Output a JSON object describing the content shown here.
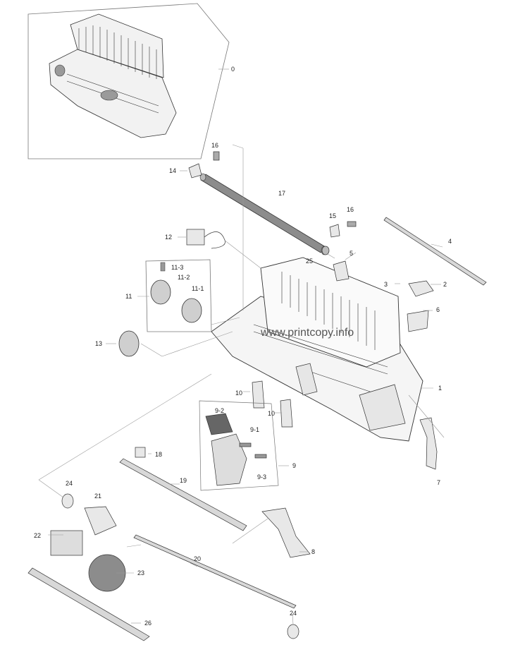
{
  "watermark": "www.printcopy.info",
  "labels": {
    "p0": "0",
    "p1": "1",
    "p2": "2",
    "p3": "3",
    "p4": "4",
    "p5": "5",
    "p6": "6",
    "p7": "7",
    "p8": "8",
    "p9": "9",
    "p9_1": "9-1",
    "p9_2": "9-2",
    "p9_3": "9-3",
    "p10a": "10",
    "p10b": "10",
    "p11": "11",
    "p11_1": "11-1",
    "p11_2": "11-2",
    "p11_3": "11-3",
    "p12": "12",
    "p13": "13",
    "p14": "14",
    "p15": "15",
    "p16a": "16",
    "p16b": "16",
    "p17": "17",
    "p18": "18",
    "p19": "19",
    "p20": "20",
    "p21": "21",
    "p22": "22",
    "p23": "23",
    "p24a": "24",
    "p24b": "24",
    "p25": "25",
    "p26": "26"
  },
  "colors": {
    "line": "#333333",
    "leader": "#999999",
    "roller": "#8c8c8c",
    "part": "#cfcfcf"
  }
}
